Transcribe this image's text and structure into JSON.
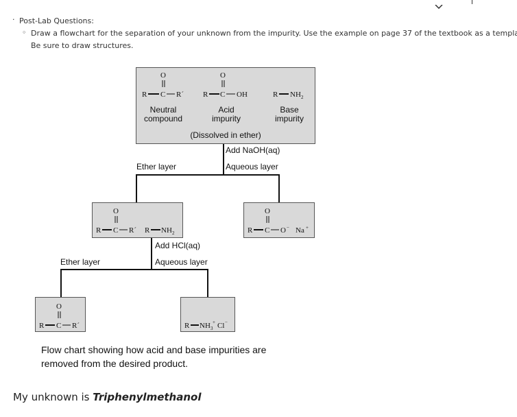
{
  "instructions": {
    "heading": "Post-Lab Questions:",
    "item_line1": "Draw a flowchart for the separation of your unknown from the impurity. Use the example on page 37 of the textbook as a template.",
    "item_line2": "Be sure to draw structures."
  },
  "flowchart": {
    "top_box": {
      "neutral_label_1": "Neutral",
      "neutral_label_2": "compound",
      "acid_label_1": "Acid",
      "acid_label_2": "impurity",
      "base_label_1": "Base",
      "base_label_2": "impurity",
      "dissolved": "(Dissolved in ether)"
    },
    "step1": {
      "reagent": "Add NaOH(aq)",
      "aqueous": "Aqueous layer",
      "ether": "Ether layer"
    },
    "step2": {
      "reagent": "Add HCl(aq)",
      "aqueous": "Aqueous layer",
      "ether": "Ether layer"
    },
    "caption_line1": "Flow chart showing how acid and base impurities are",
    "caption_line2": "removed from the desired product."
  },
  "unknown": {
    "prefix": "My unknown is ",
    "name": "Triphenylmethanol"
  }
}
